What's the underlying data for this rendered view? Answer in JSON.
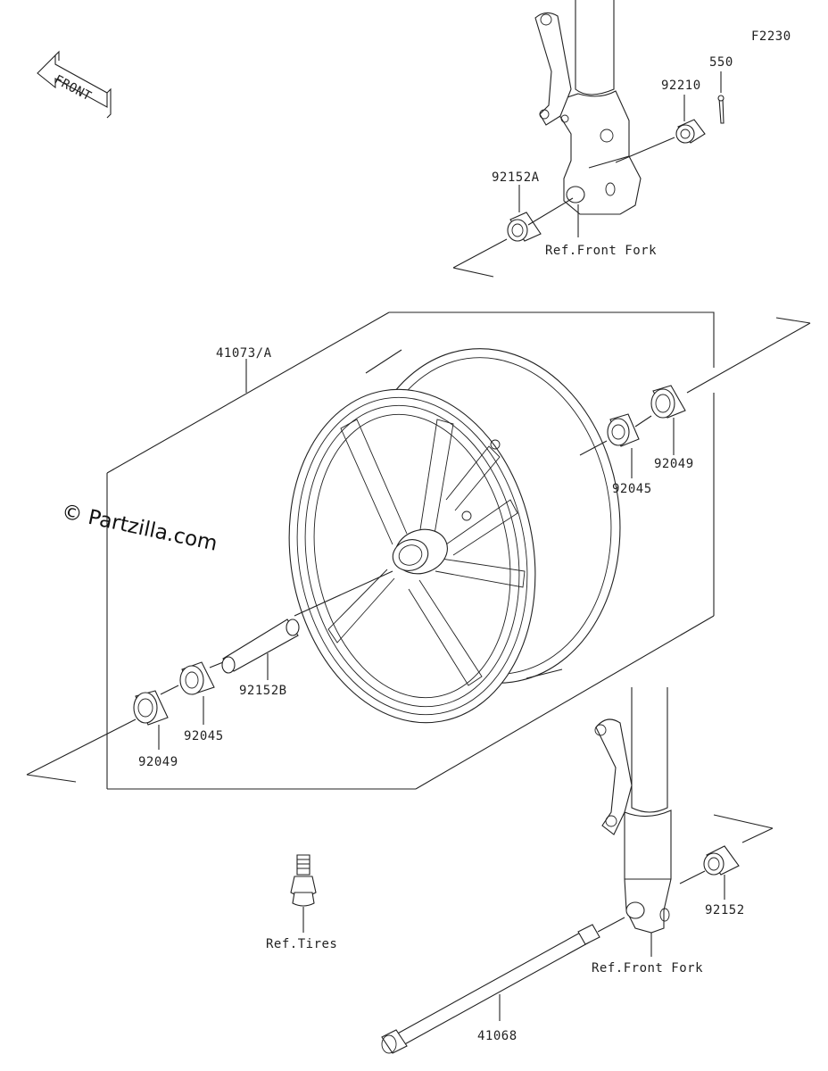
{
  "diagram_code": "F2230",
  "watermark": "© Partzilla.com",
  "front_arrow": {
    "label": "FRONT",
    "icon": "front-direction-arrow-icon"
  },
  "labels": {
    "p550": "550",
    "p92210": "92210",
    "p92152A": "92152A",
    "ref_front_fork_top": "Ref.Front Fork",
    "p41073A": "41073/A",
    "p92049_right": "92049",
    "p92045_right": "92045",
    "p92152B": "92152B",
    "p92045_left": "92045",
    "p92049_left": "92049",
    "p92152": "92152",
    "ref_tires": "Ref.Tires",
    "ref_front_fork_bottom": "Ref.Front Fork",
    "p41068": "41068"
  }
}
